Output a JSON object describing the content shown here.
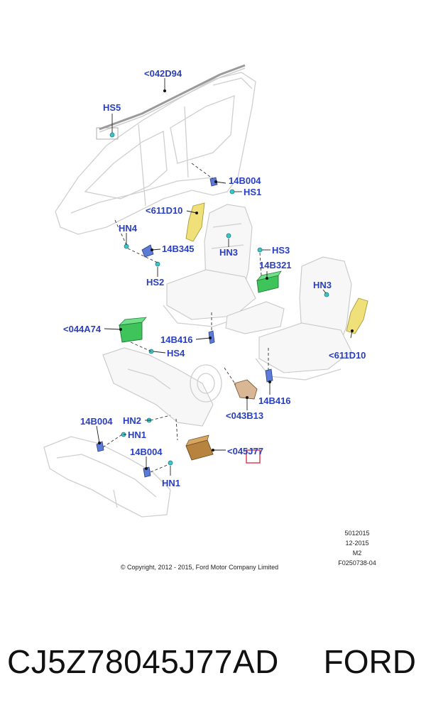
{
  "callouts": {
    "c042D94": "<042D94",
    "cHS5": "HS5",
    "c14B004_top": "14B004",
    "cHS1": "HS1",
    "c611D10_a": "<611D10",
    "cHN4": "HN4",
    "cHN3_a": "HN3",
    "cHS3": "HS3",
    "c14B345": "14B345",
    "c14B321": "14B321",
    "cHS2": "HS2",
    "cHN3_b": "HN3",
    "c044A74": "<044A74",
    "c14B416_a": "14B416",
    "cHS4": "HS4",
    "c611D10_b": "<611D10",
    "c043B13": "<043B13",
    "c14B416_b": "14B416",
    "c14B004_mid": "14B004",
    "cHN2": "HN2",
    "cHN1_a": "HN1",
    "c045J77": "<045J77",
    "c14B004_low": "14B004",
    "cHN1_b": "HN1"
  },
  "meta": {
    "line1": "5012015",
    "line2": "12-2015",
    "line3": "M2",
    "line4": "F0250738-04",
    "copyright": "© Copyright, 2012 - 2015, Ford Motor Company Limited"
  },
  "footer": {
    "part_number": "CJ5Z78045J77AD",
    "brand": "FORD"
  },
  "colors": {
    "label_blue": "#2a3fbf",
    "airbag_yellow": "#efe07a",
    "module_green": "#3ec45a",
    "knee_bag_brown": "#b8823f",
    "clip_teal": "#39c6c6",
    "highlight_red": "#e04050"
  }
}
